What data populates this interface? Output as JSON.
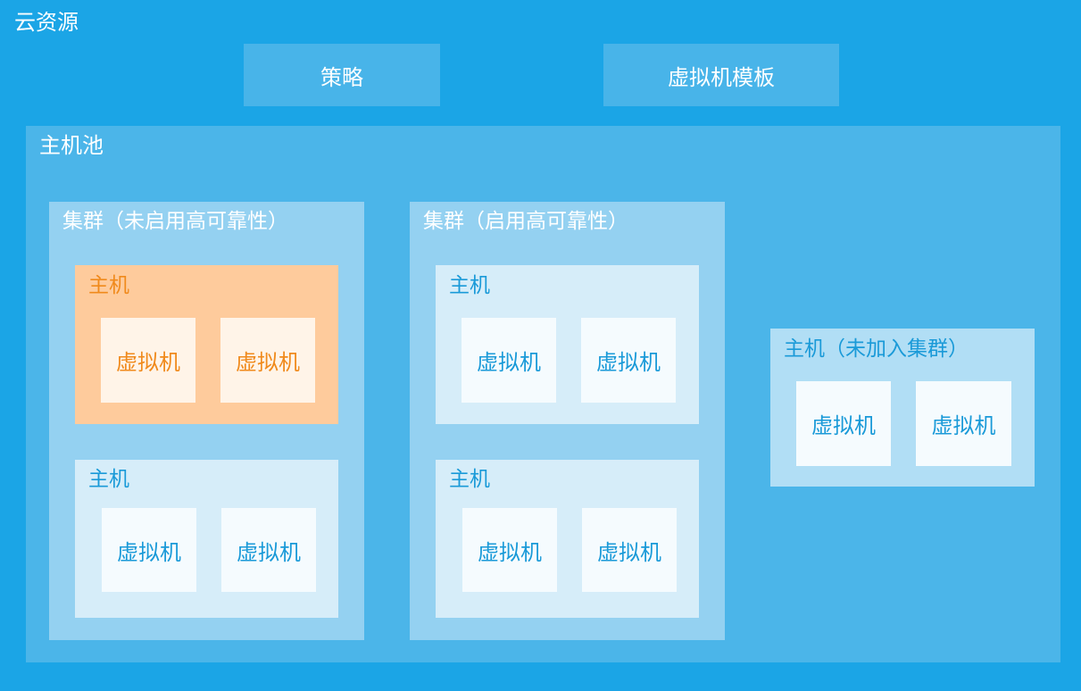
{
  "cloud": {
    "title": "云资源"
  },
  "top_buttons": {
    "policy": "策略",
    "vm_template": "虚拟机模板"
  },
  "host_pool": {
    "title": "主机池"
  },
  "cluster_no_ha": {
    "title": "集群（未启用高可靠性）",
    "hosts": [
      {
        "title": "主机",
        "vms": [
          "虚拟机",
          "虚拟机"
        ]
      },
      {
        "title": "主机",
        "vms": [
          "虚拟机",
          "虚拟机"
        ]
      }
    ]
  },
  "cluster_ha": {
    "title": "集群（启用高可靠性）",
    "hosts": [
      {
        "title": "主机",
        "vms": [
          "虚拟机",
          "虚拟机"
        ]
      },
      {
        "title": "主机",
        "vms": [
          "虚拟机",
          "虚拟机"
        ]
      }
    ]
  },
  "standalone_host": {
    "title": "主机（未加入集群）",
    "vms": [
      "虚拟机",
      "虚拟机"
    ]
  },
  "colors": {
    "cloud_bg": "#1ba5e6",
    "pool_bg": "#4bb5e9",
    "cluster_bg": "#94d1f1",
    "host_bg": "#d6edf9",
    "host_highlight_bg": "#fecb9c",
    "vm_bg": "#f5fbfe",
    "vm_highlight_bg": "#fff4e8",
    "accent_blue": "#1a9ad8",
    "accent_orange": "#f08a1c"
  }
}
